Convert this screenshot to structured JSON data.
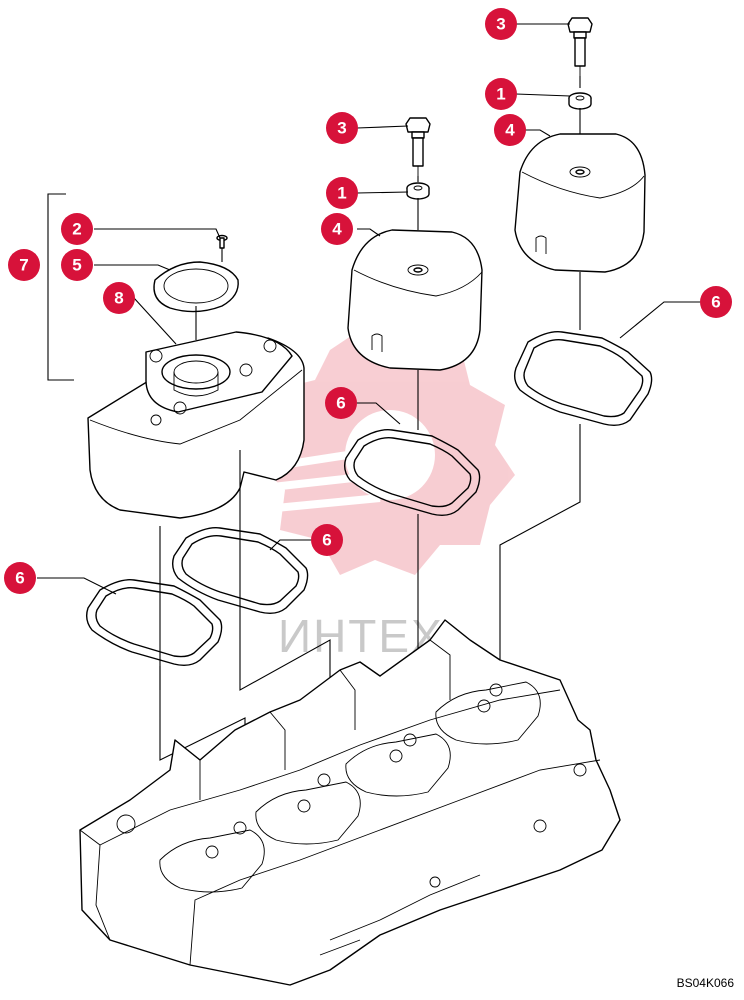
{
  "diagram": {
    "code": "BS04K066",
    "watermark": "ИНТЕХ",
    "accent_color": "#d7123a",
    "callouts": [
      {
        "id": "c1",
        "label": "3"
      },
      {
        "id": "c2",
        "label": "1"
      },
      {
        "id": "c3",
        "label": "4"
      },
      {
        "id": "c4",
        "label": "3"
      },
      {
        "id": "c5",
        "label": "1"
      },
      {
        "id": "c6",
        "label": "4"
      },
      {
        "id": "c7",
        "label": "2"
      },
      {
        "id": "c8",
        "label": "7"
      },
      {
        "id": "c9",
        "label": "5"
      },
      {
        "id": "c10",
        "label": "8"
      },
      {
        "id": "c11",
        "label": "6"
      },
      {
        "id": "c12",
        "label": "6"
      },
      {
        "id": "c13",
        "label": "6"
      },
      {
        "id": "c14",
        "label": "6"
      }
    ]
  }
}
